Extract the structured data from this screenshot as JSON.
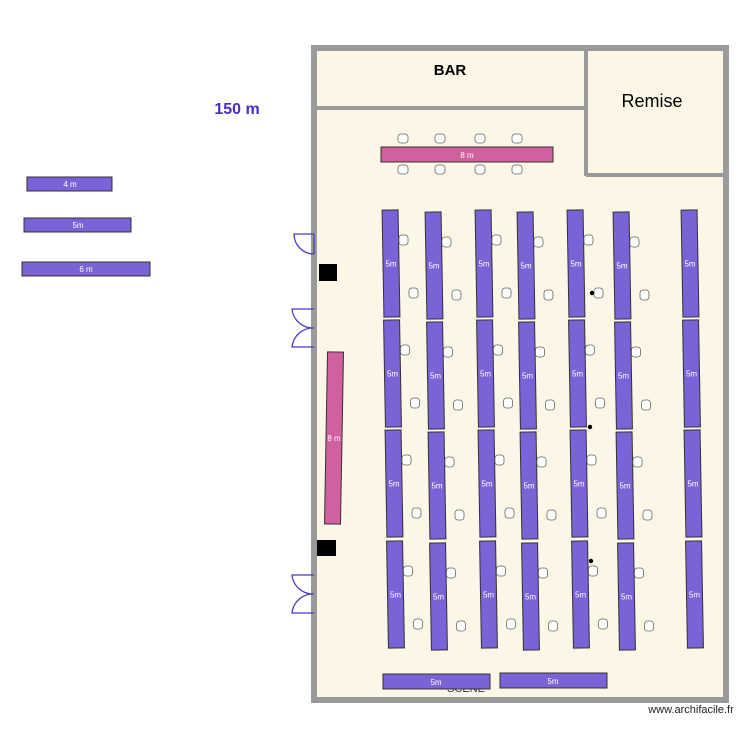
{
  "area_label": "150 m",
  "legend": [
    {
      "label": "4 m"
    },
    {
      "label": "5m"
    },
    {
      "label": "6 m"
    }
  ],
  "rooms": {
    "bar": "BAR",
    "remise": "Remise",
    "scene": "SCENE"
  },
  "tables": {
    "head_table": "8 m",
    "side_table": "8 m",
    "row_table": "5m",
    "stage_left": "5m",
    "stage_right": "5m"
  },
  "watermark": "www.archifacile.fr",
  "colors": {
    "wall": "#9a9a9a",
    "floor": "#fbf6e6",
    "table": "#7b62d6",
    "table_pink": "#d0609e",
    "door": "#4a3cc4",
    "area_text": "#4a2cc8"
  }
}
